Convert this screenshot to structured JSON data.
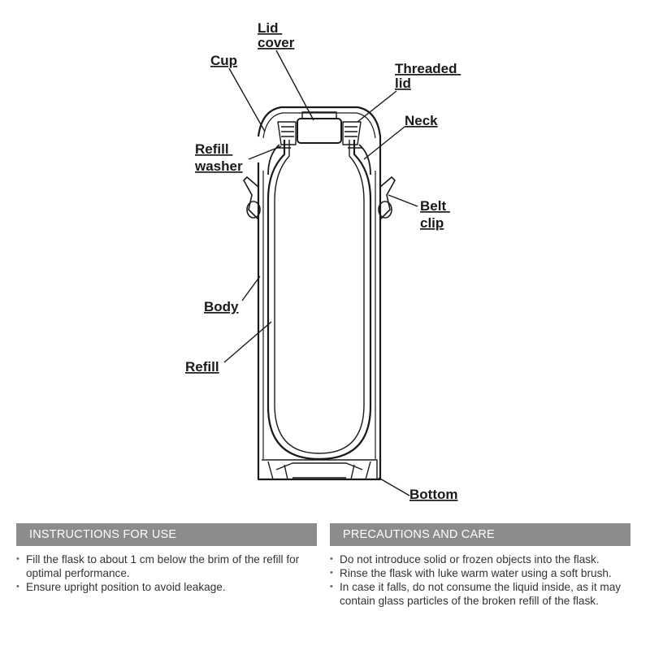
{
  "diagram": {
    "labels": {
      "lid_cover": [
        "Lid",
        "cover"
      ],
      "cup": "Cup",
      "threaded_lid": [
        "Threaded",
        "lid"
      ],
      "neck": "Neck",
      "refill_washer": [
        "Refill",
        "washer"
      ],
      "belt_clip": [
        "Belt",
        "clip"
      ],
      "body": "Body",
      "refill": "Refill",
      "bottom": "Bottom"
    }
  },
  "instructions": {
    "title": "INSTRUCTIONS FOR USE",
    "items": [
      "Fill the flask to about 1 cm below the brim of the refill for optimal performance.",
      "Ensure upright position to avoid leakage."
    ]
  },
  "precautions": {
    "title": "PRECAUTIONS AND CARE",
    "items": [
      "Do not introduce solid or frozen objects into the flask.",
      "Rinse the flask with luke warm water using a soft brush.",
      "In case it falls, do not consume the liquid inside, as it may contain glass particles of the broken refill of the flask."
    ]
  },
  "colors": {
    "header_bg": "#8c8c8c",
    "header_text": "#ffffff",
    "line": "#1a1a1a"
  }
}
